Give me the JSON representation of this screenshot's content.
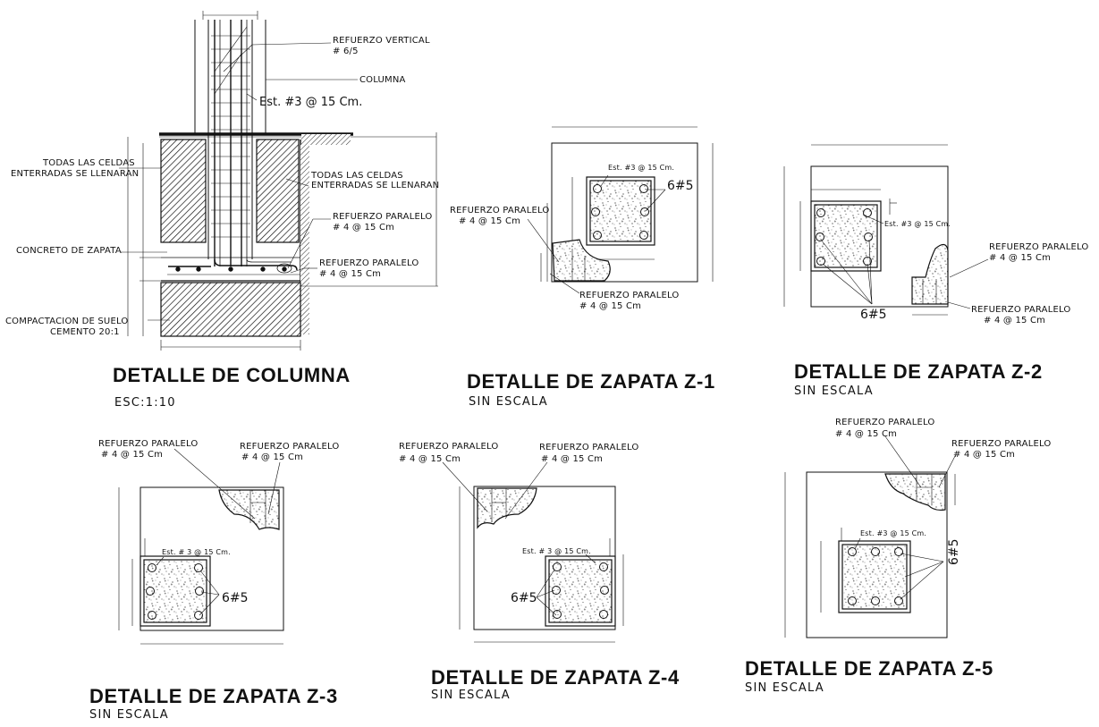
{
  "column_detail": {
    "title": "DETALLE DE COLUMNA",
    "scale": "ESC:1:10",
    "labels": {
      "vertical_rebar_1": "REFUERZO VERTICAL",
      "vertical_rebar_2": "# 6/5",
      "column": "COLUMNA",
      "stirrup": "Est. #3 @ 15 Cm.",
      "cells_left_1": "TODAS LAS CELDAS",
      "cells_left_2": "ENTERRADAS SE LLENARAN",
      "cells_right_1": "TODAS LAS CELDAS",
      "cells_right_2": "ENTERRADAS SE LLENARAN",
      "parallel_1a": "REFUERZO PARALELO",
      "parallel_1b": "# 4 @ 15 Cm",
      "concrete": "CONCRETO DE ZAPATA",
      "parallel_2a": "REFUERZO PARALELO",
      "parallel_2b": "# 4 @ 15 Cm",
      "soil_1": "COMPACTACION DE SUELO",
      "soil_2": "CEMENTO 20:1"
    }
  },
  "footing_z1": {
    "title": "DETALLE DE ZAPATA  Z-1",
    "scale": "SIN ESCALA",
    "stirrup": "Est. #3 @ 15 Cm.",
    "bars": "6#5",
    "parallel_left_a": "REFUERZO PARALELO",
    "parallel_left_b": "# 4 @ 15 Cm",
    "parallel_bottom_a": "REFUERZO PARALELO",
    "parallel_bottom_b": "# 4 @ 15 Cm"
  },
  "footing_z2": {
    "title": "DETALLE DE ZAPATA  Z-2",
    "scale": "SIN ESCALA",
    "stirrup": "Est. #3 @ 15 Cm.",
    "bars": "6#5",
    "parallel_a_1": "REFUERZO PARALELO",
    "parallel_a_2": "# 4 @ 15 Cm",
    "parallel_b_1": "REFUERZO PARALELO",
    "parallel_b_2": "# 4 @ 15 Cm"
  },
  "footing_z3": {
    "title": "DETALLE DE ZAPATA  Z-3",
    "scale": "SIN ESCALA",
    "stirrup": "Est. # 3 @ 15 Cm.",
    "bars": "6#5",
    "parallel_a_1": "REFUERZO PARALELO",
    "parallel_a_2": "# 4 @ 15 Cm",
    "parallel_b_1": "REFUERZO PARALELO",
    "parallel_b_2": "# 4 @ 15 Cm"
  },
  "footing_z4": {
    "title": "DETALLE DE ZAPATA  Z-4",
    "scale": "SIN ESCALA",
    "stirrup": "Est. # 3 @ 15 Cm.",
    "bars": "6#5",
    "parallel_a_1": "REFUERZO PARALELO",
    "parallel_a_2": "# 4 @ 15 Cm",
    "parallel_b_1": "REFUERZO PARALELO",
    "parallel_b_2": "# 4 @ 15 Cm"
  },
  "footing_z5": {
    "title": "DETALLE DE ZAPATA  Z-5",
    "scale": "SIN ESCALA",
    "stirrup": "Est. #3 @ 15 Cm.",
    "bars": "6#5",
    "parallel_a_1": "REFUERZO PARALELO",
    "parallel_a_2": "# 4 @ 15 Cm",
    "parallel_b_1": "REFUERZO PARALELO",
    "parallel_b_2": "# 4 @ 15 Cm"
  },
  "colors": {
    "line": "#111111",
    "background": "#ffffff"
  }
}
